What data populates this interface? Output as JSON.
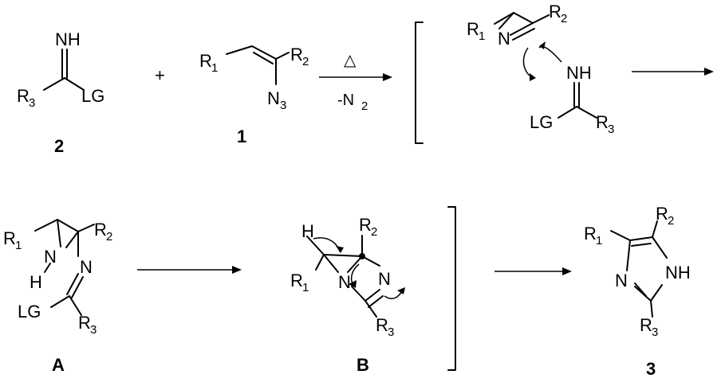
{
  "compounds": {
    "c2": {
      "label": "2",
      "nh": "NH",
      "r3": "R",
      "r3_sub": "3",
      "lg": "LG"
    },
    "c1": {
      "label": "1",
      "r1": "R",
      "r1_sub": "1",
      "r2": "R",
      "r2_sub": "2",
      "n3": "N",
      "n3_sub": "3"
    },
    "azirine_complex": {
      "r1": "R",
      "r1_sub": "1",
      "r2": "R",
      "r2_sub": "2",
      "n": "N",
      "nh": "NH",
      "lg": "LG",
      "r3": "R",
      "r3_sub": "3"
    },
    "intA": {
      "label": "A",
      "r1": "R",
      "r1_sub": "1",
      "r2": "R",
      "r2_sub": "2",
      "n": "N",
      "h": "H",
      "n2": "N",
      "lg": "LG",
      "r3": "R",
      "r3_sub": "3"
    },
    "intB": {
      "label": "B",
      "h": "H",
      "r2": "R",
      "r2_sub": "2",
      "r1": "R",
      "r1_sub": "1",
      "n": "N",
      "n2": "N",
      "r3": "R",
      "r3_sub": "3"
    },
    "c3": {
      "label": "3",
      "r1": "R",
      "r1_sub": "1",
      "r2": "R",
      "r2_sub": "2",
      "n": "N",
      "nh": "NH",
      "r3": "R",
      "r3_sub": "3"
    }
  },
  "plus": "+",
  "conditions": {
    "heat": "△",
    "loss": "-N",
    "loss_sub": "2"
  }
}
